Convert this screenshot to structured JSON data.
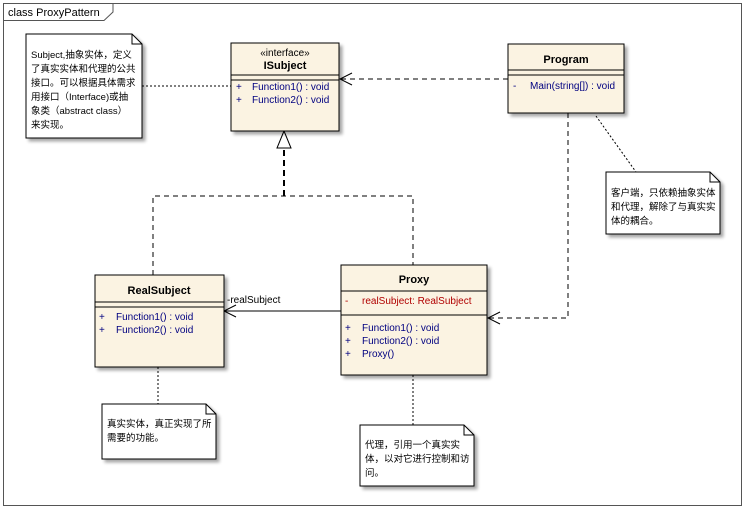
{
  "frame": {
    "title": "class ProxyPattern"
  },
  "classes": {
    "isubject": {
      "stereotype": "«interface»",
      "name": "ISubject",
      "operations": [
        {
          "visibility": "+",
          "signature": "Function1() : void"
        },
        {
          "visibility": "+",
          "signature": "Function2() : void"
        }
      ]
    },
    "program": {
      "name": "Program",
      "operations": [
        {
          "visibility": "-",
          "signature": "Main(string[]) : void"
        }
      ]
    },
    "realsubject": {
      "name": "RealSubject",
      "operations": [
        {
          "visibility": "+",
          "signature": "Function1() : void"
        },
        {
          "visibility": "+",
          "signature": "Function2() : void"
        }
      ]
    },
    "proxy": {
      "name": "Proxy",
      "attributes": [
        {
          "visibility": "-",
          "signature": "realSubject:  RealSubject"
        }
      ],
      "operations": [
        {
          "visibility": "+",
          "signature": "Function1() : void"
        },
        {
          "visibility": "+",
          "signature": "Function2() : void"
        },
        {
          "visibility": "+",
          "signature": "Proxy()"
        }
      ]
    }
  },
  "association": {
    "role_label": "-realSubject"
  },
  "notes": {
    "subject_note": [
      "Subject,抽象实体，定义",
      "了真实实体和代理的公共",
      "接口。可以根据具体需求",
      "用接口（Interface)或抽",
      "象类（abstract class）",
      "来实现。"
    ],
    "client_note": [
      "客户端，只依赖抽象实体",
      "和代理，解除了与真实实",
      "体的耦合。"
    ],
    "realsubject_note": [
      "真实实体，真正实现了所",
      "需要的功能。"
    ],
    "proxy_note": [
      "代理，引用一个真实实",
      "体，以对它进行控制和访",
      "问。"
    ]
  },
  "colors": {
    "class_fill": "#fbf3e2",
    "class_border": "#000000",
    "note_fill": "#ffffff",
    "member_text": "#000080",
    "private_text": "#b00000"
  }
}
